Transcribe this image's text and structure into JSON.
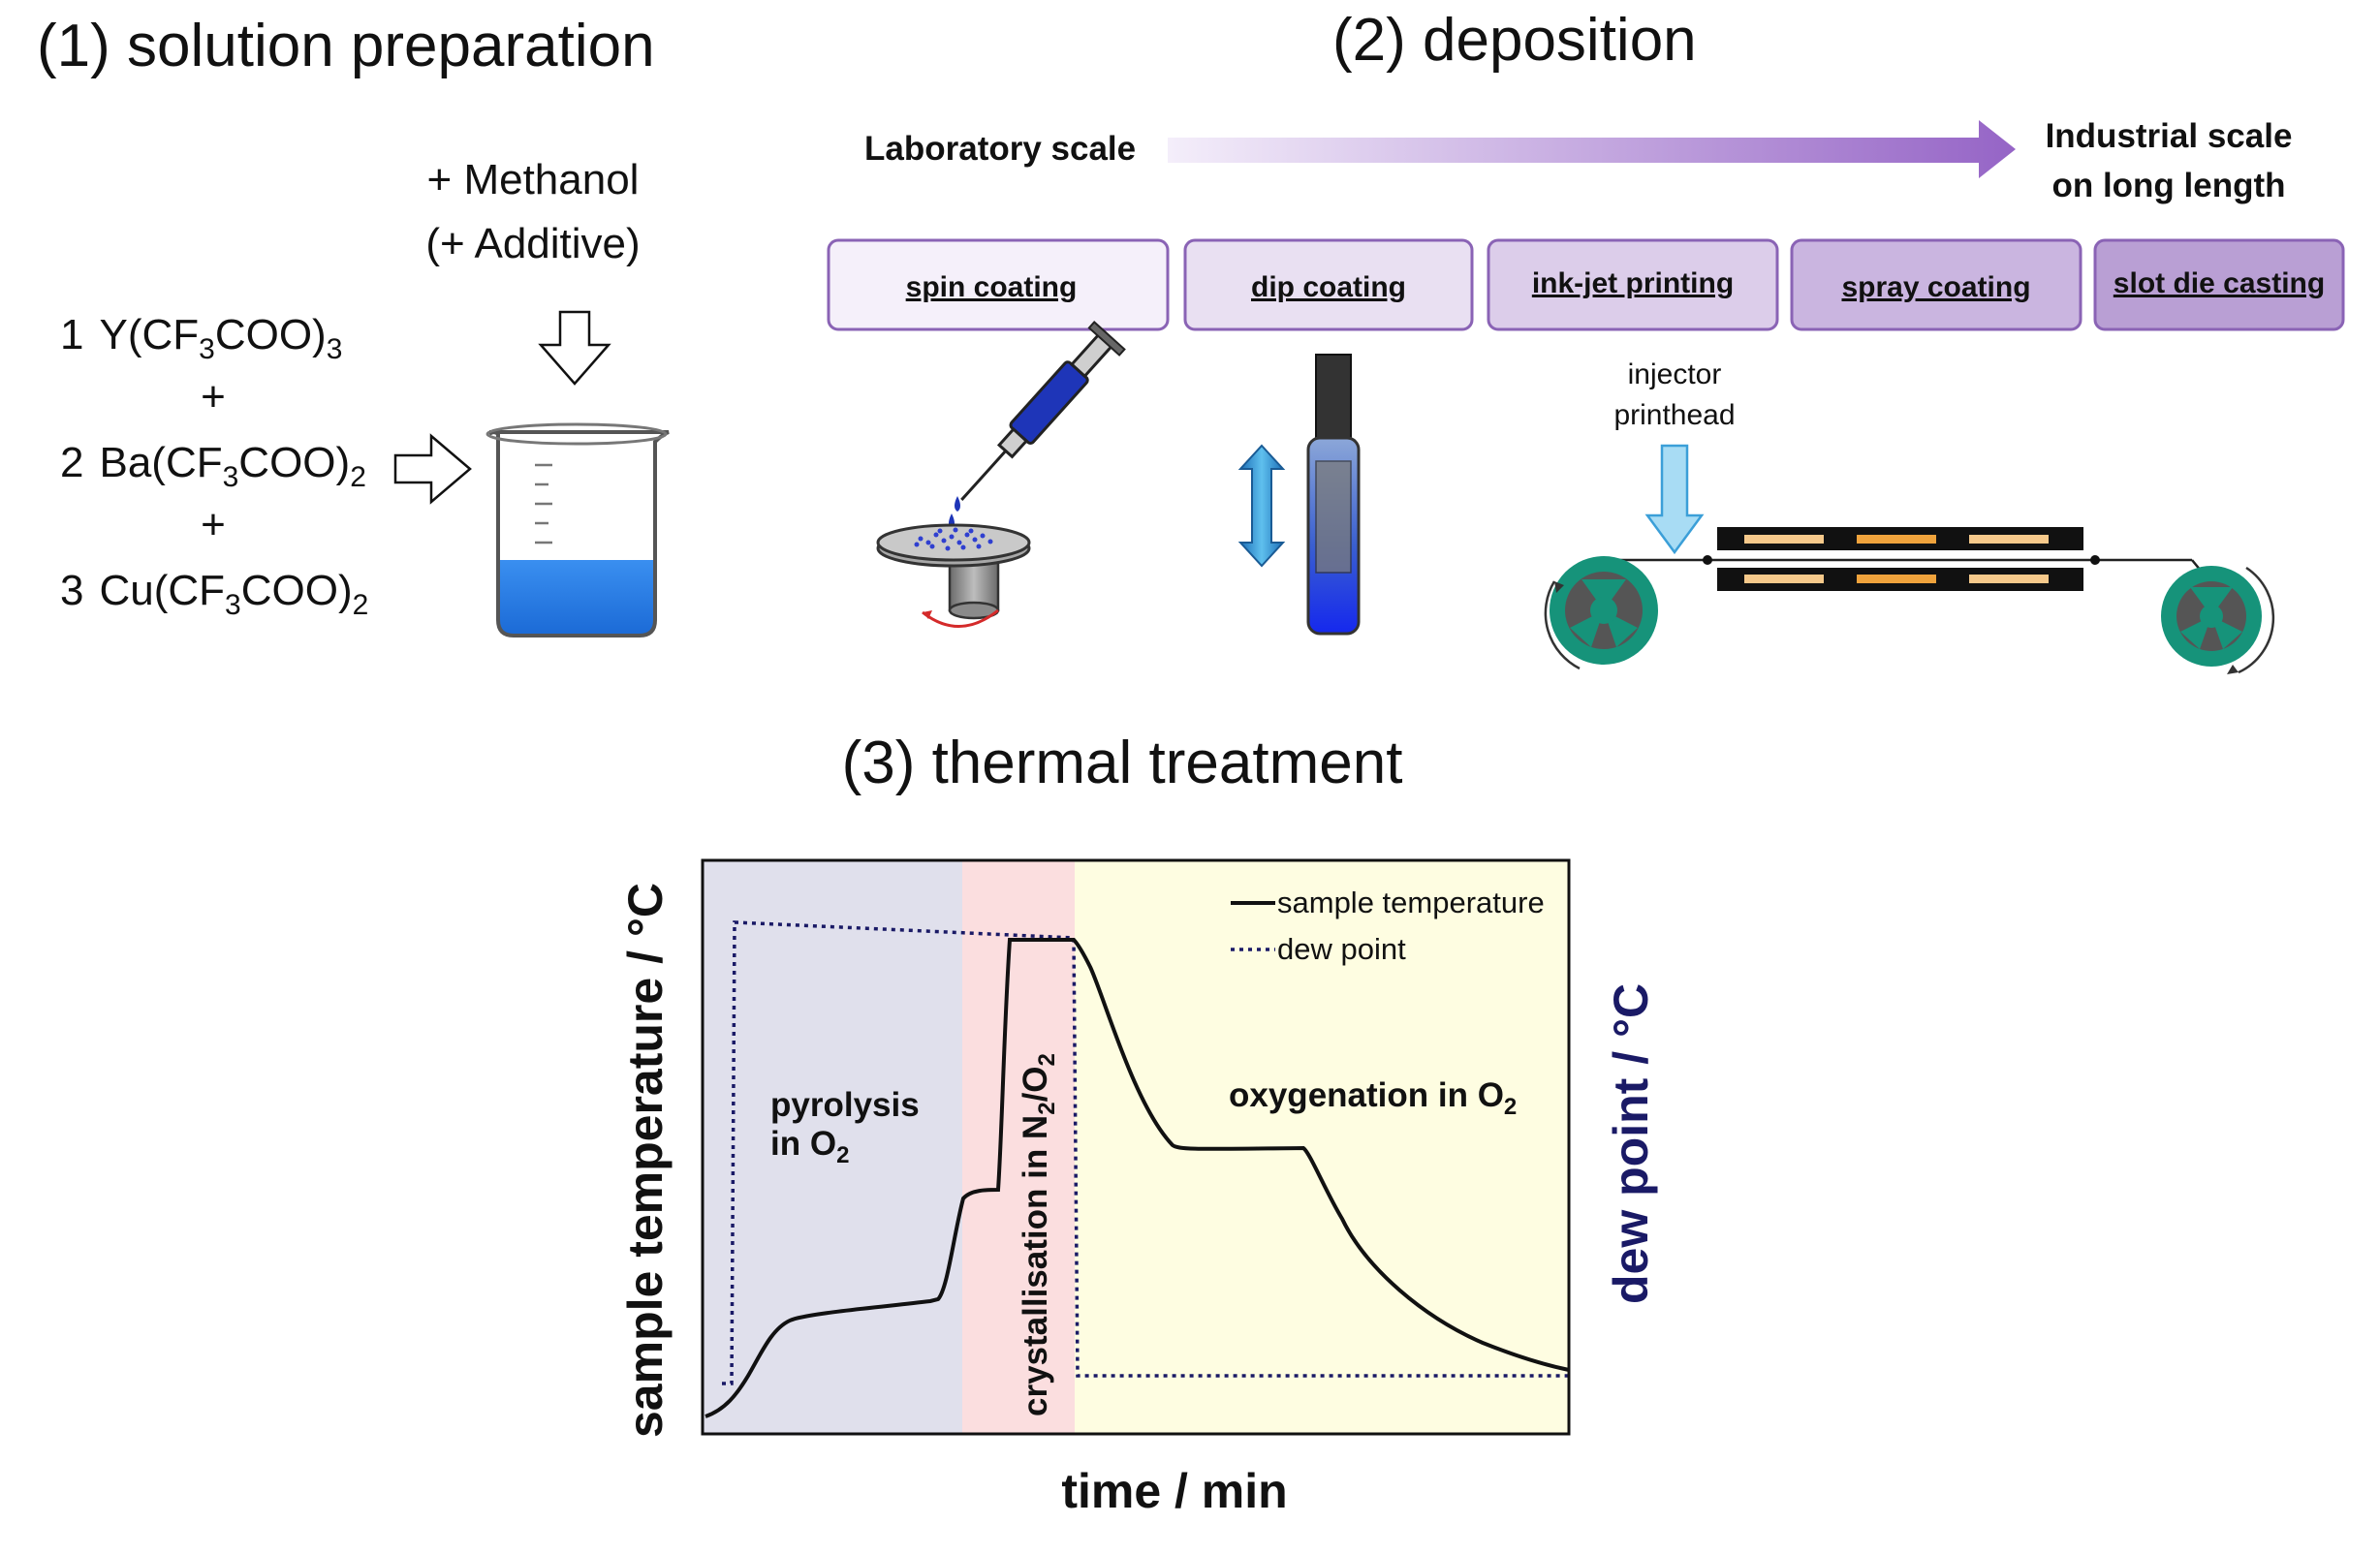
{
  "titles": {
    "solution": "(1) solution preparation",
    "deposition": "(2) deposition",
    "thermal": "(3) thermal treatment"
  },
  "solution": {
    "methanol": "+ Methanol",
    "additive": "(+ Additive)",
    "plus": "+",
    "reagents": [
      {
        "coef": "1",
        "pre": "Y(CF",
        "sub1": "3",
        "mid": "COO)",
        "sub2": "3"
      },
      {
        "coef": "2",
        "pre": "Ba(CF",
        "sub1": "3",
        "mid": "COO)",
        "sub2": "2"
      },
      {
        "coef": "3",
        "pre": "Cu(CF",
        "sub1": "3",
        "mid": "COO)",
        "sub2": "2"
      }
    ],
    "colors": {
      "liquid": "#2a7de1"
    }
  },
  "deposition": {
    "lab_scale": "Laboratory scale",
    "industrial_line1": "Industrial scale",
    "industrial_line2": "on long length",
    "methods": [
      "spin coating",
      "dip coating",
      "ink-jet printing",
      "spray coating",
      "slot die casting"
    ],
    "injector_line1": "injector",
    "injector_line2": "printhead",
    "colors": {
      "arrow": "#9b6bc4",
      "box_fill_light": "#f3eef8",
      "box_fill_dark": "#b99fd4",
      "box_stroke": "#8a63b5",
      "reel": "#16937a",
      "teal_arrow": "#7fc9ee"
    }
  },
  "thermal": {
    "ylabel_left": "sample temperature / °C",
    "ylabel_right": "dew point / °C",
    "xlabel": "time / min",
    "legend_temp": "sample temperature",
    "legend_dew": "dew point",
    "phase_pyrolysis_1": "pyrolysis",
    "phase_pyrolysis_2": "in O",
    "phase_crystal": "crystallisation in N",
    "phase_crystal_mid": "/O",
    "phase_oxygenation": "oxygenation in O",
    "subscript_2": "2",
    "colors": {
      "pyrolysis": "#e0e0ec",
      "crystallisation": "#fbdedf",
      "oxygenation": "#fefde1",
      "temperature": "#111111",
      "dew": "#1a1a66"
    }
  }
}
